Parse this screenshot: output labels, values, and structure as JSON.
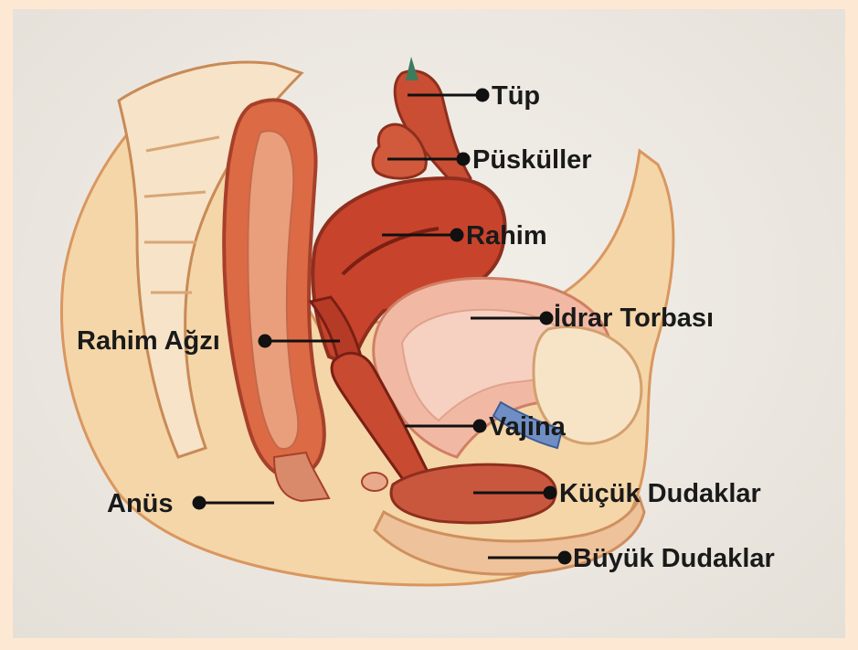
{
  "colors": {
    "frame": "#fde9d3",
    "paper": "#ece8e1",
    "label_text": "#1a1a1a",
    "leader": "#111111"
  },
  "labels": {
    "tup": "Tüp",
    "puskuller": "Püsküller",
    "rahim": "Rahim",
    "idrar_torbasi": "İdrar Torbası",
    "rahim_agzi": "Rahim Ağzı",
    "vajina": "Vajina",
    "anus": "Anüs",
    "kucuk_dudaklar": "Küçük Dudaklar",
    "buyuk_dudaklar": "Büyük Dudaklar"
  }
}
